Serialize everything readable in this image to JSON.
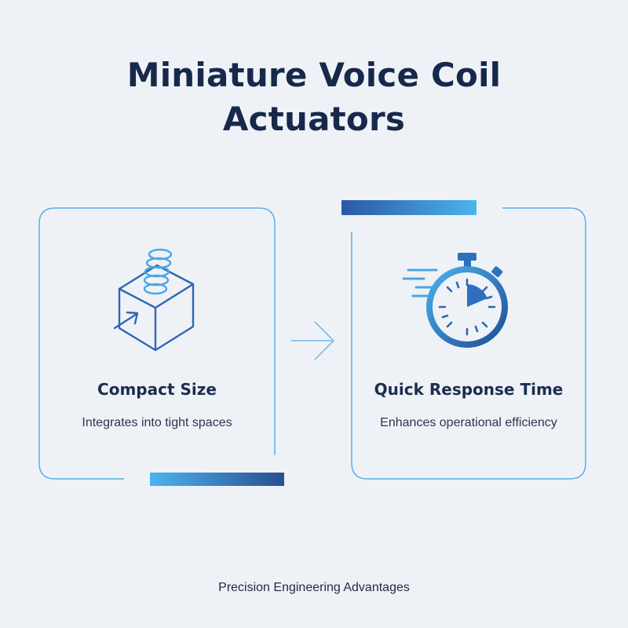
{
  "title": {
    "line1": "Miniature Voice Coil",
    "line2": "Actuators"
  },
  "cards": [
    {
      "title": "Compact Size",
      "description": "Integrates into tight spaces",
      "icon": "spring-cube-icon"
    },
    {
      "title": "Quick Response Time",
      "description": "Enhances operational efficiency",
      "icon": "stopwatch-icon"
    }
  ],
  "connector_icon": "arrow-right-icon",
  "footer": "Precision Engineering Advantages",
  "colors": {
    "background": "#eef2f7",
    "accent_light": "#4db1ea",
    "accent_dark": "#2a5aa0",
    "text_dark": "#17294a"
  }
}
